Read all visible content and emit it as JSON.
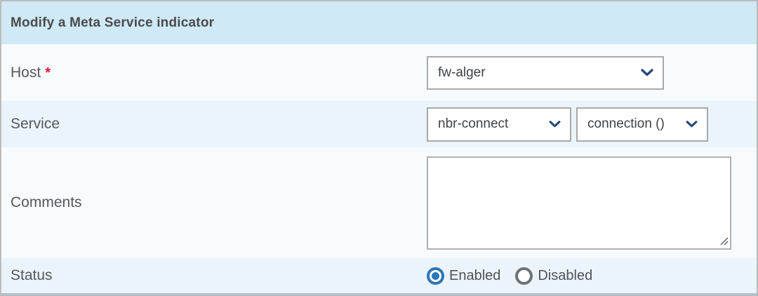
{
  "header": {
    "title": "Modify a Meta Service indicator"
  },
  "form": {
    "host": {
      "label": "Host",
      "required_marker": "*",
      "selected_value": "fw-alger"
    },
    "service": {
      "label": "Service",
      "service_selected_value": "nbr-connect",
      "metric_selected_value": "connection ()"
    },
    "comments": {
      "label": "Comments",
      "value": "",
      "placeholder": ""
    },
    "status": {
      "label": "Status",
      "options": [
        {
          "label": "Enabled",
          "selected": true
        },
        {
          "label": "Disabled",
          "selected": false
        }
      ]
    }
  },
  "icons": {
    "select_indicator": "chevron-down-icon",
    "textarea_corner": "resize-grip-icon"
  },
  "colors": {
    "header_bg": "#cfe9f6",
    "row_light_bg": "#f7fbfe",
    "row_shade_bg": "#ebf4fb",
    "border_gray": "#a9a9a9",
    "bottom_edge": "#b3bdc4",
    "accent_blue": "#2d77b5",
    "chevron_blue": "#28497e",
    "required_red": "#e8112d",
    "text_dark": "#4b4b4b",
    "label_text": "#54585c"
  }
}
